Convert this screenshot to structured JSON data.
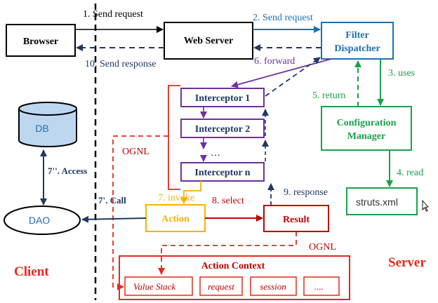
{
  "nodes": {
    "browser": "Browser",
    "web_server": "Web Server",
    "filter_dispatcher_line1": "Filter",
    "filter_dispatcher_line2": "Dispatcher",
    "config_manager_line1": "Configuration",
    "config_manager_line2": "Manager",
    "struts_xml": "struts.xml",
    "interceptor_1": "Interceptor 1",
    "interceptor_2": "Interceptor 2",
    "interceptor_ellipsis": "…",
    "interceptor_n": "Interceptor n",
    "action": "Action",
    "result": "Result",
    "db": "DB",
    "dao": "DAO",
    "action_context": "Action Context",
    "value_stack": "Value Stack",
    "request": "request",
    "session": "session",
    "more": "...."
  },
  "arrows": {
    "send_request_1": "1. Send request",
    "send_request_2": "2. Send request",
    "uses": "3. uses",
    "read": "4. read",
    "return": "5. return",
    "forward": "6. forward",
    "invoke": "7. invoke",
    "call": "7'. Call",
    "access": "7''. Access",
    "select": "8. select",
    "response": "9. response",
    "send_response": "10. Send response"
  },
  "labels": {
    "ognl_left": "OGNL",
    "ognl_bottom": "OGNL",
    "client": "Client",
    "server": "Server"
  },
  "colors": {
    "black": "#000000",
    "blue": "#1f6fb5",
    "navy": "#1f3864",
    "green": "#1aa34a",
    "purple": "#7030a0",
    "orange": "#f5b400",
    "dark_red": "#c00000",
    "red": "#e8291c",
    "struts_text": "#333333"
  }
}
